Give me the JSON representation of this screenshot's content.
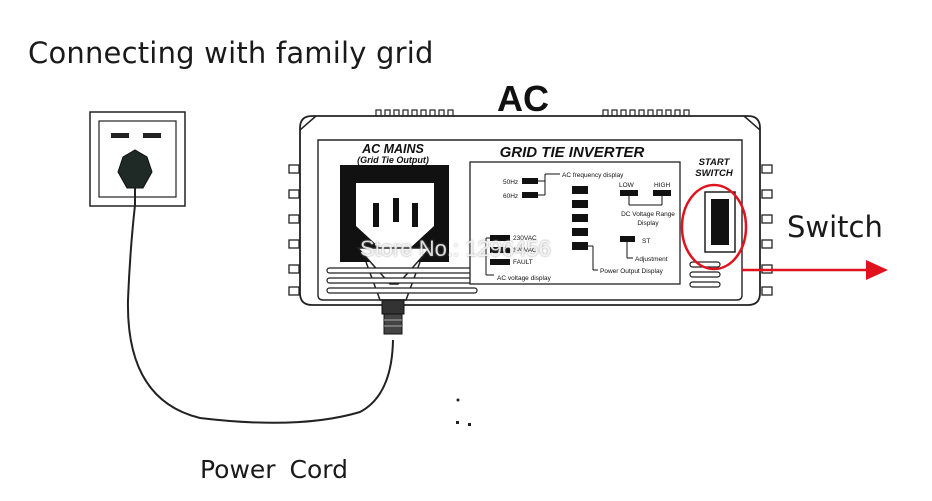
{
  "title": "Connecting with family grid",
  "ac_label": "AC",
  "switch_label": "Switch",
  "power_cord_label": "Power Cord",
  "watermark": "Store No.: 1296456",
  "inverter": {
    "ac_mains": "AC MAINS",
    "ac_mains_sub": "(Grid Tie Output)",
    "panel_title": "GRID TIE INVERTER",
    "start": "START",
    "switch": "SWITCH",
    "freq_50": "50Hz",
    "freq_60": "60Hz",
    "ac_freq_display": "AC frequency display",
    "low": "LOW",
    "high": "HIGH",
    "dc_range_1": "DC Voltage Range",
    "dc_range_2": "Display",
    "st": "ST",
    "adjustment": "Adjustment",
    "v230": "230VAC",
    "v120": "120VAC",
    "fault": "FAULT",
    "ac_voltage_display": "AC voltage display",
    "power_output_display": "Power Output Display"
  },
  "colors": {
    "highlight_circle": "#e0121c",
    "arrow": "#e0121c",
    "plug": "#1f2a26"
  }
}
